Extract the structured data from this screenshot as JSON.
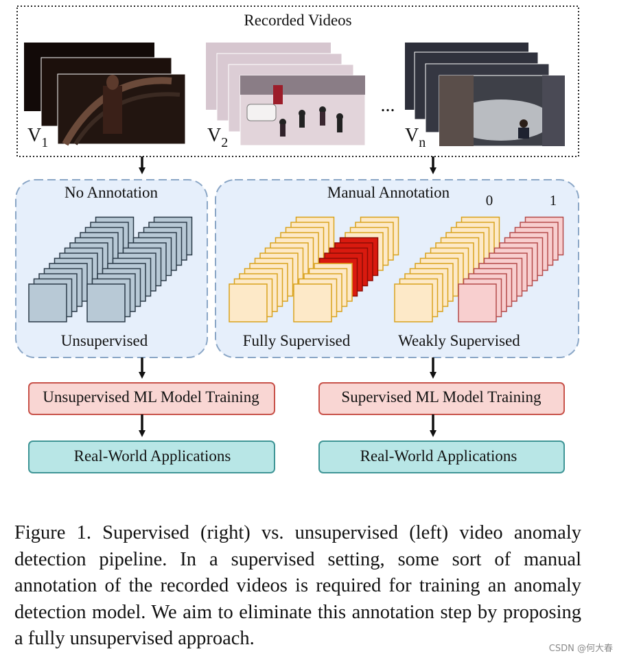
{
  "recorded_videos": {
    "title": "Recorded Videos",
    "videos": [
      {
        "label": "V",
        "sub": "1"
      },
      {
        "label": "V",
        "sub": "2"
      },
      {
        "label": "V",
        "sub": "n"
      }
    ],
    "ellipsis": "..."
  },
  "unsupervised_panel": {
    "title": "No Annotation",
    "caption": "Unsupervised"
  },
  "supervised_panel": {
    "title": "Manual Annotation",
    "fully_caption": "Fully Supervised",
    "weakly_caption": "Weakly Supervised",
    "bag_label_normal": "0",
    "bag_label_anomaly": "1"
  },
  "training": {
    "left": "Unsupervised ML Model Training",
    "right": "Supervised ML Model Training"
  },
  "applications": {
    "left": "Real-World Applications",
    "right": "Real-World Applications"
  },
  "caption": "Figure 1. Supervised (right) vs. unsupervised (left) video anomaly detection pipeline.  In a supervised setting, some sort of manual annotation of the recorded videos is required for training an anomaly detection model.  We aim to eliminate this annotation step by proposing a fully unsupervised approach.",
  "watermark": "CSDN @何大春",
  "colors": {
    "panel_fill": "#e6effb",
    "panel_border": "#8aa6c6",
    "gray_frame": "#b8c9d6",
    "gray_border": "#2b3a48",
    "normal_frame": "#fde9c8",
    "normal_border": "#d9a21c",
    "anomaly_frame": "#d91a0f",
    "anomaly_border": "#8c0c05",
    "pink_frame": "#f8cfcf",
    "pink_border": "#b44a4a",
    "training_fill": "#f9d6d3",
    "training_border": "#c8524a",
    "app_fill": "#b8e6e6",
    "app_border": "#3f9596"
  }
}
